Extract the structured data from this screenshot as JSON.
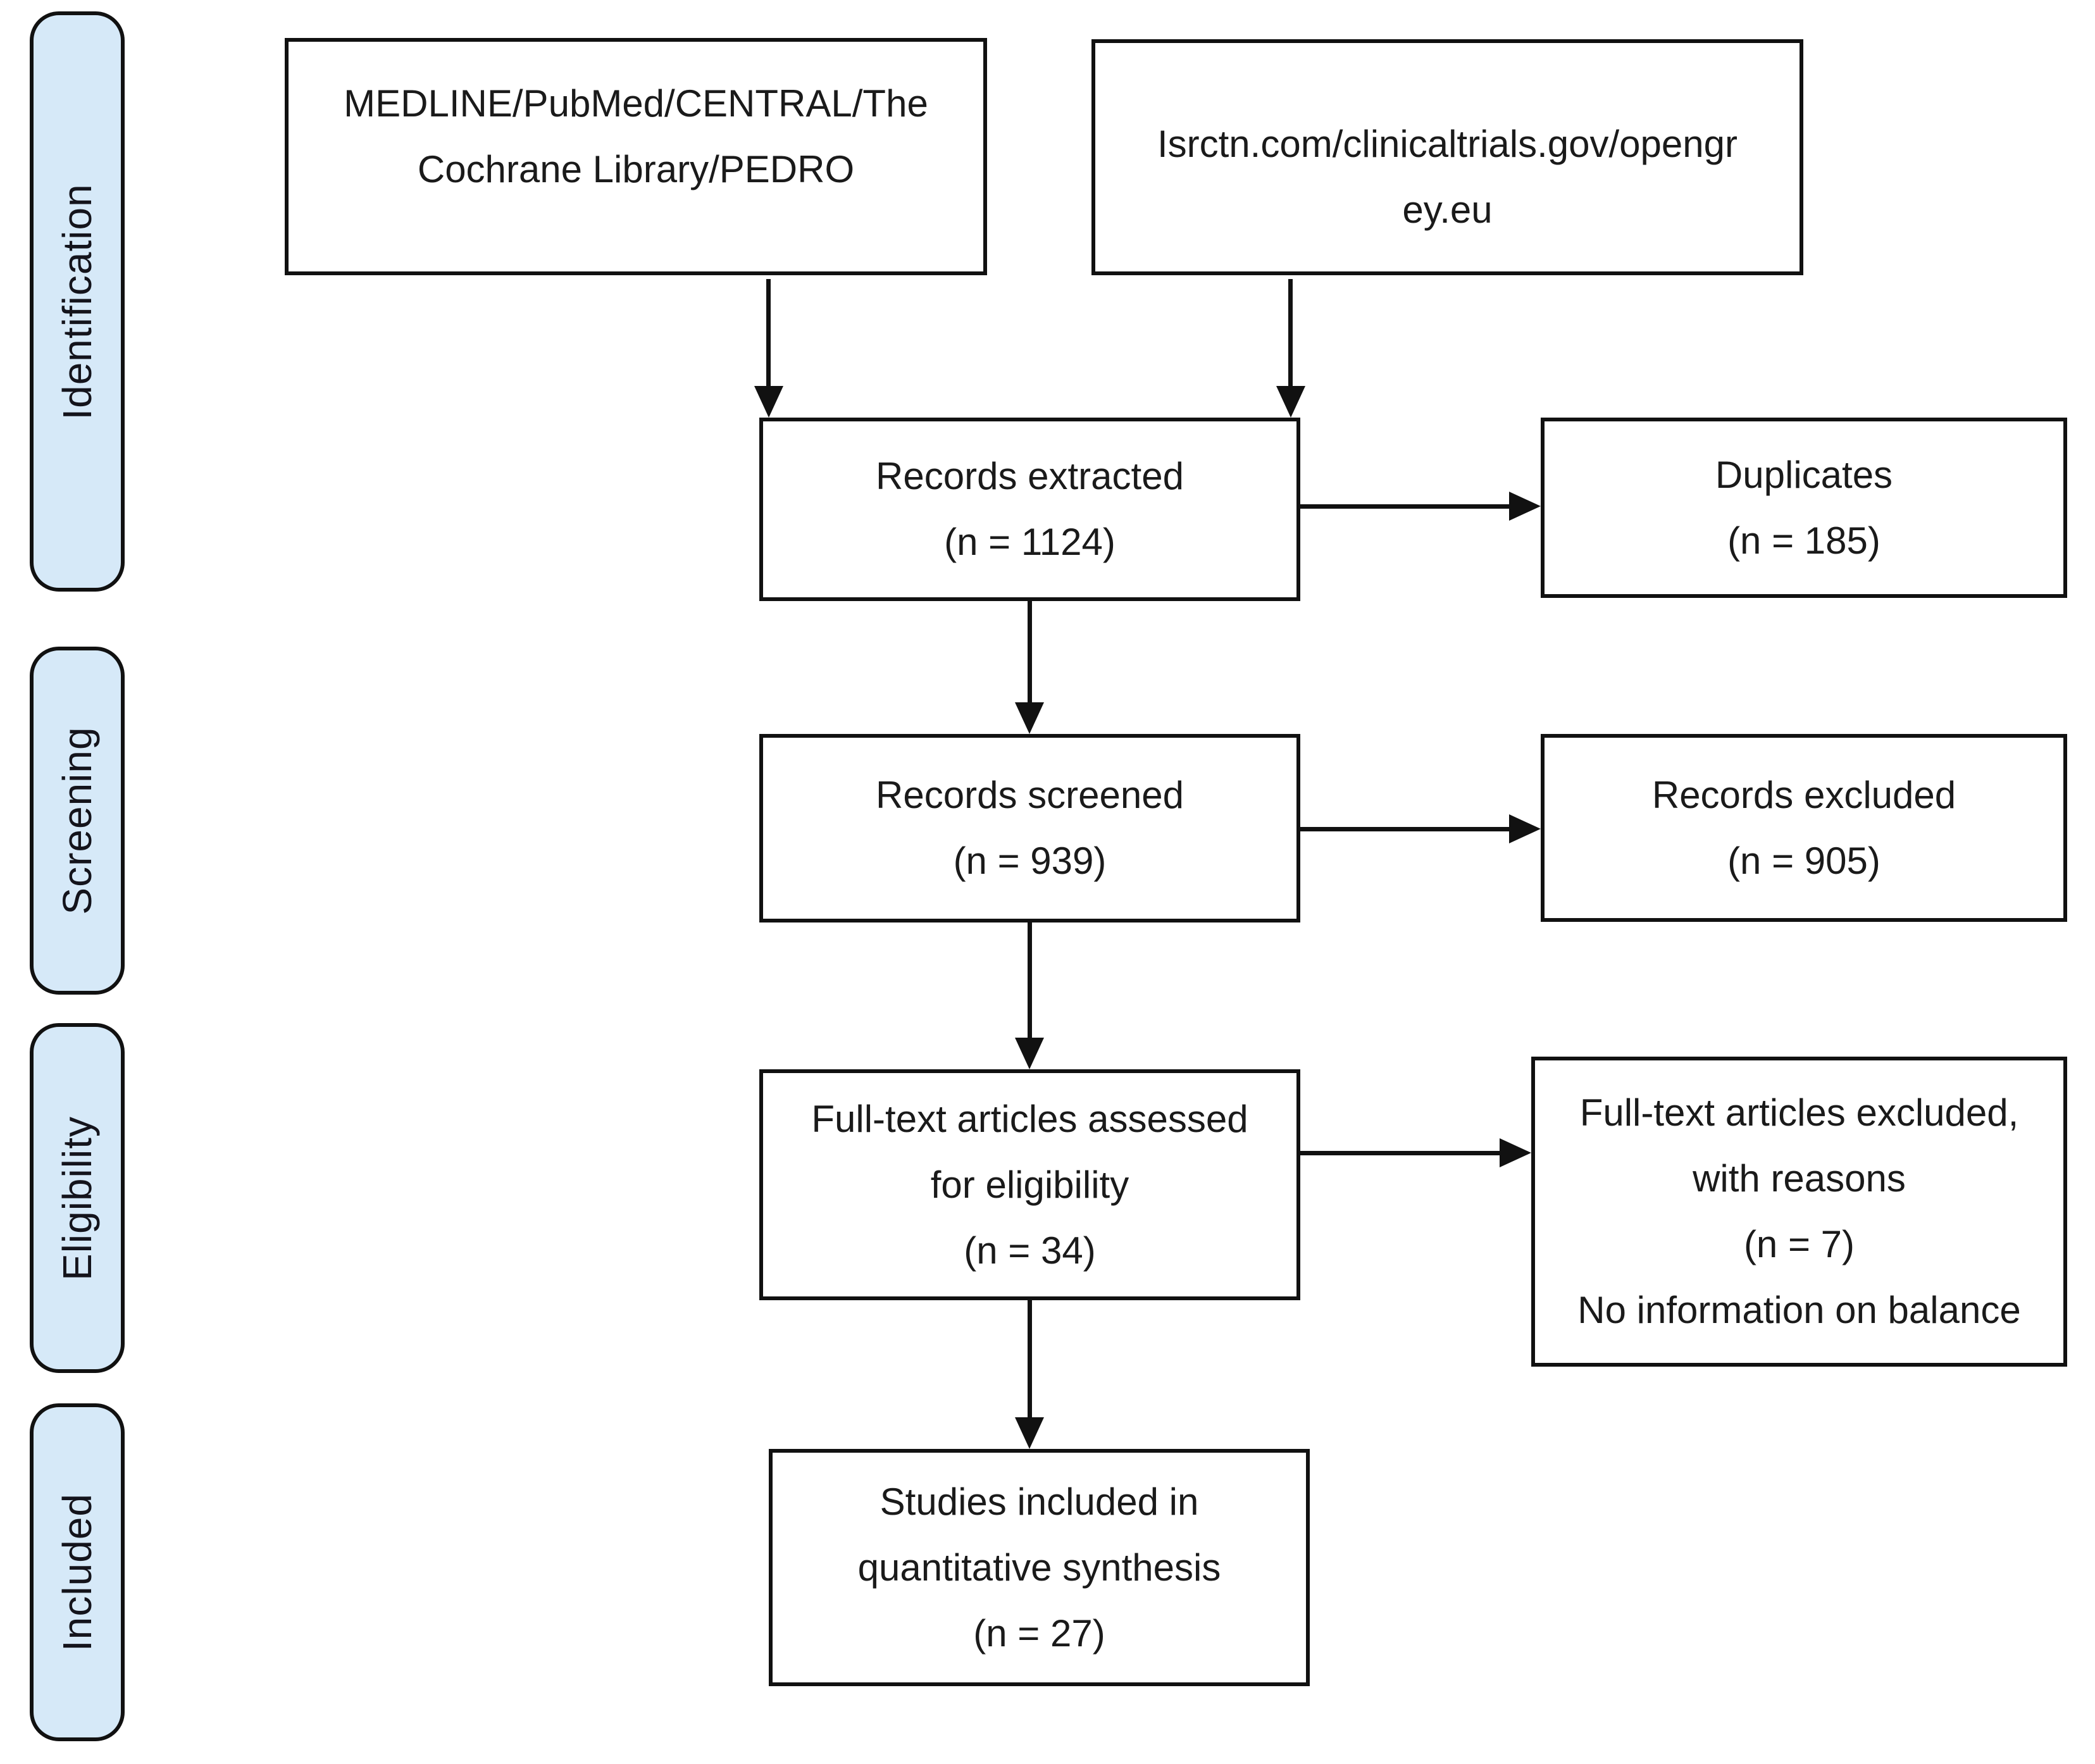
{
  "figure": {
    "colors": {
      "stage_fill": "#d6e9f8",
      "stage_border": "#111111",
      "box_fill": "#ffffff",
      "box_border": "#111111",
      "arrow": "#111111",
      "text": "#1a1a1a"
    },
    "stages": [
      {
        "label": "Identification"
      },
      {
        "label": "Screening"
      },
      {
        "label": "Eligibility"
      },
      {
        "label": "Included"
      }
    ],
    "boxes": {
      "databases": {
        "text": "MEDLINE/PubMed/CENTRAL/The\nCochrane Library/PEDRO"
      },
      "registries": {
        "text": "Isrctn.com/clinicaltrials.gov/opengr\ney.eu"
      },
      "records_extracted": {
        "text": "Records extracted\n(n = 1124)",
        "n": 1124
      },
      "duplicates": {
        "text": "Duplicates\n(n = 185)",
        "n": 185
      },
      "records_screened": {
        "text": "Records screened\n(n = 939)",
        "n": 939
      },
      "records_excluded": {
        "text": "Records excluded\n(n = 905)",
        "n": 905
      },
      "fulltext_assessed": {
        "text": "Full-text articles assessed\nfor eligibility\n(n = 34)",
        "n": 34
      },
      "fulltext_excluded": {
        "text": "Full-text articles excluded,\nwith reasons\n(n = 7)\nNo information on balance",
        "n": 7
      },
      "studies_included": {
        "text": "Studies included in\nquantitative synthesis\n(n = 27)",
        "n": 27
      }
    }
  }
}
